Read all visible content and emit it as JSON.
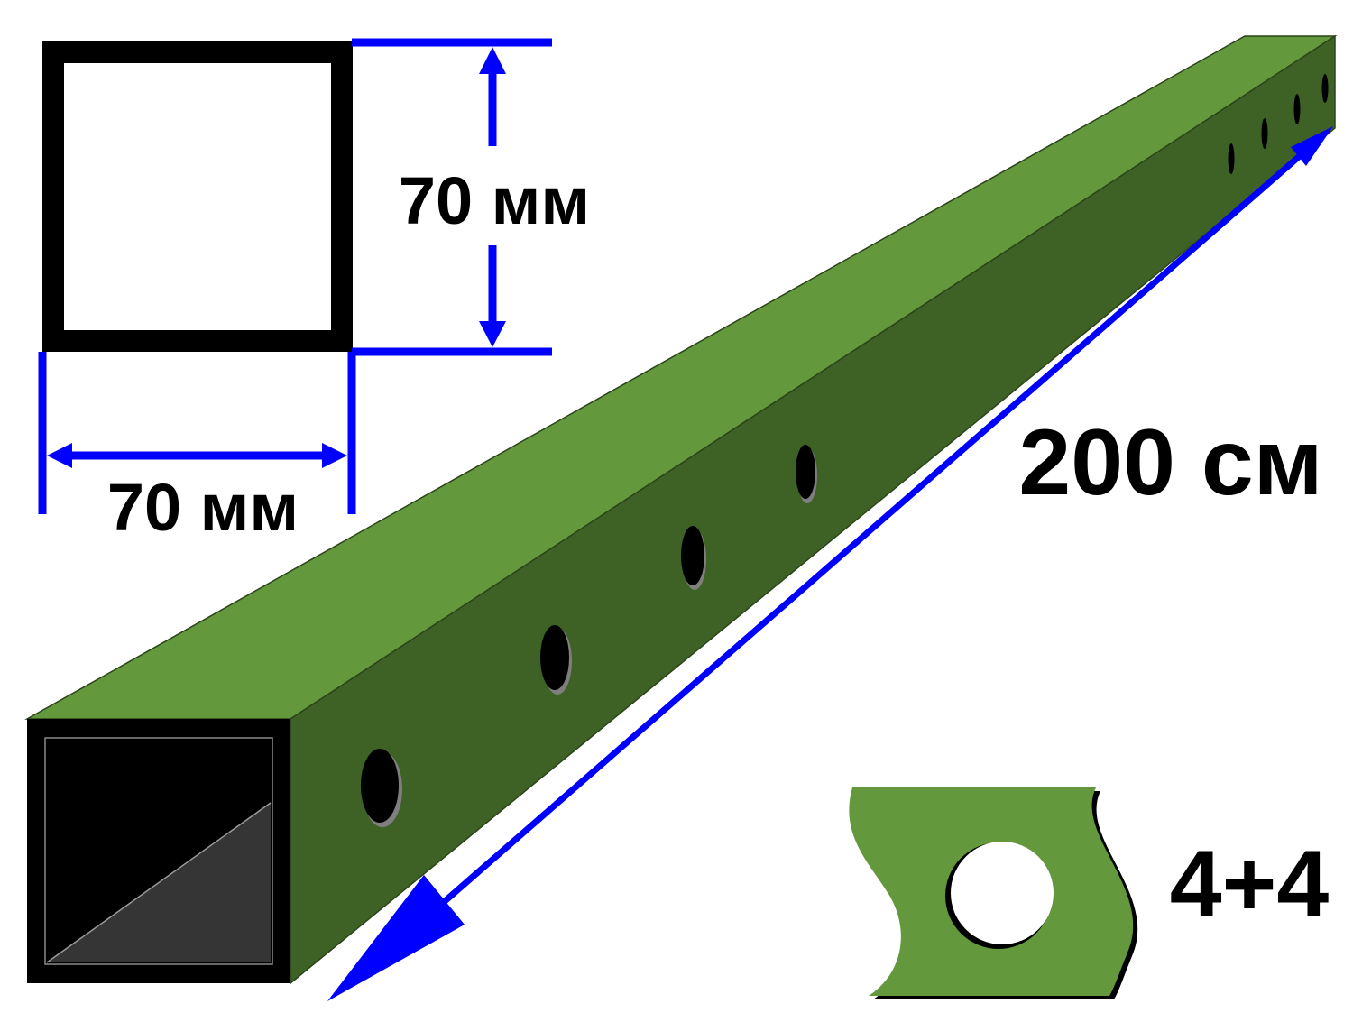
{
  "labels": {
    "height_dim": "70 мм",
    "width_dim": "70 мм",
    "length_dim": "200 см",
    "holes_count": "4+4"
  },
  "colors": {
    "pipe_top": "#64983C",
    "pipe_side": "#3E6226",
    "dimension": "#0000FF",
    "outline": "#000000",
    "inner_dark": "#353535",
    "background": "#FFFFFF"
  }
}
